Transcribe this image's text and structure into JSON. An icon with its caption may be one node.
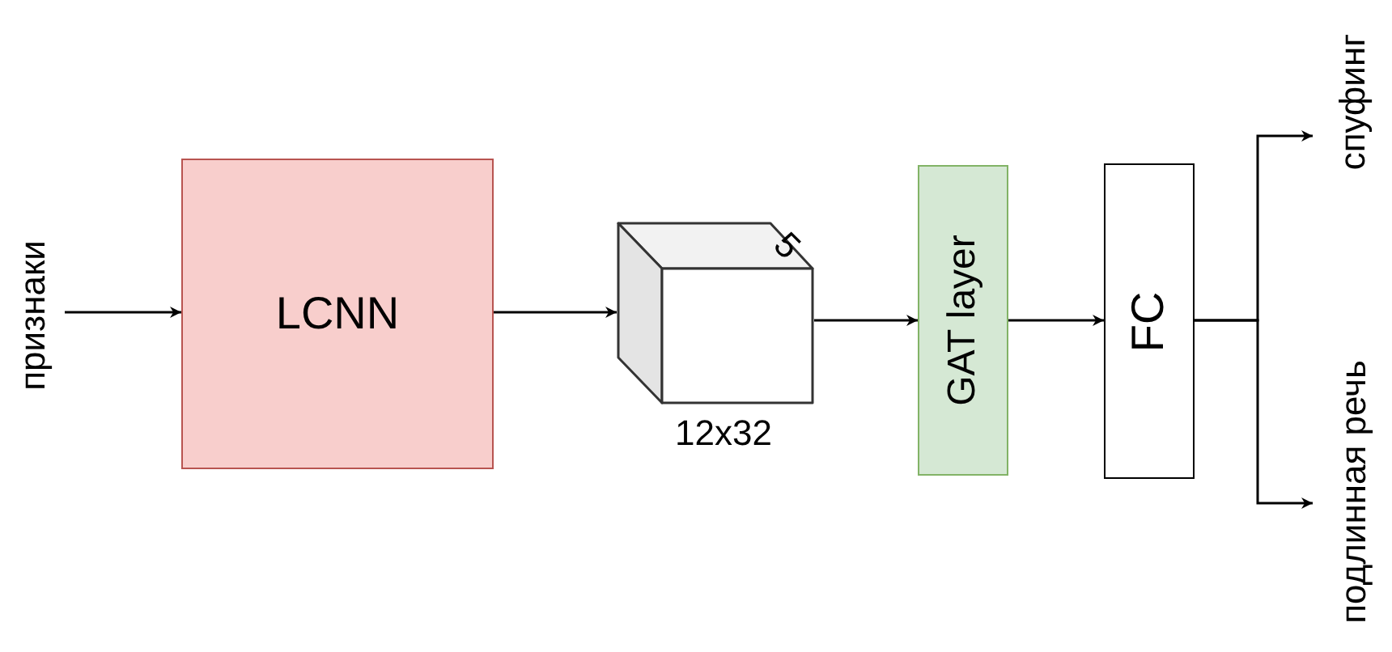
{
  "diagram": {
    "nodes": [
      {
        "text": [
          "признаки"
        ]
      },
      {
        "text": [
          "LCNN"
        ]
      },
      {
        "text": [],
        "shape": "cube",
        "beside": [
          "5",
          "12x32"
        ]
      },
      {
        "text": [
          "GAT layer"
        ]
      },
      {
        "text": [
          "FC"
        ]
      },
      {
        "text": [
          "спуфинг"
        ]
      },
      {
        "text": [
          "подлинная речь"
        ]
      }
    ],
    "edges": [
      {
        "from": 0,
        "to": 1,
        "arrow": "to"
      },
      {
        "from": 1,
        "to": 2,
        "arrow": "to"
      },
      {
        "from": 2,
        "to": 3,
        "arrow": "to"
      },
      {
        "from": 3,
        "to": 4,
        "arrow": "to"
      },
      {
        "from": 4,
        "to": 5,
        "arrow": "to"
      },
      {
        "from": 4,
        "to": 6,
        "arrow": "to"
      }
    ]
  }
}
